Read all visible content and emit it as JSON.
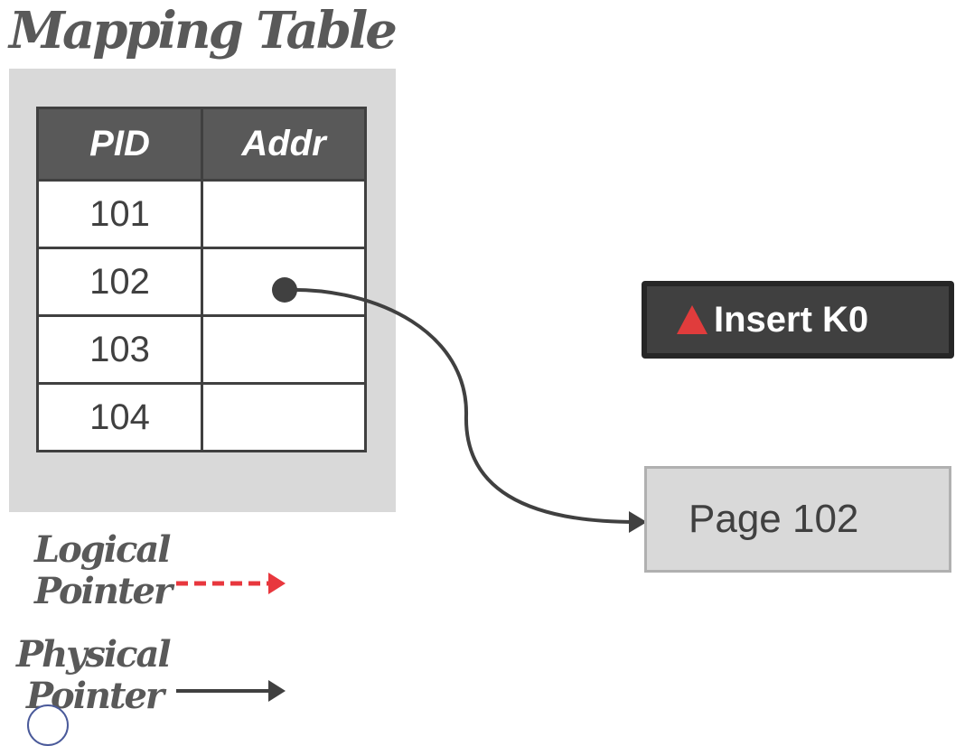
{
  "title": "Mapping Table",
  "mapping_table": {
    "headers": [
      "PID",
      "Addr"
    ],
    "rows": [
      {
        "pid": "101",
        "addr": ""
      },
      {
        "pid": "102",
        "addr": ""
      },
      {
        "pid": "103",
        "addr": ""
      },
      {
        "pid": "104",
        "addr": ""
      }
    ]
  },
  "action": {
    "label": "Insert K0",
    "icon": "warning-triangle-icon",
    "icon_color": "#e03c3c"
  },
  "page": {
    "label": "Page 102"
  },
  "legend": {
    "logical": {
      "line1": "Logical",
      "line2": "Pointer",
      "color": "#e8373d",
      "style": "dashed"
    },
    "physical": {
      "line1": "Physical",
      "line2": "Pointer",
      "color": "#404040",
      "style": "solid"
    }
  }
}
